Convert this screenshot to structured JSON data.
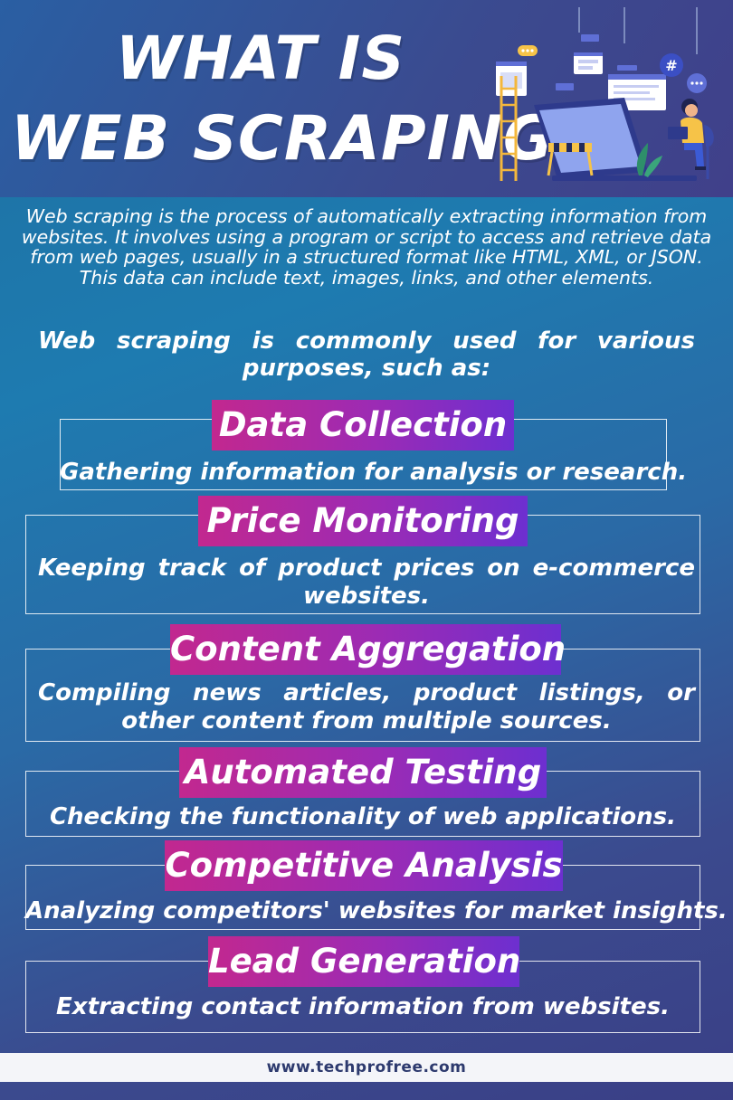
{
  "header": {
    "title_line1": "WHAT IS",
    "title_line2": "WEB SCRAPING"
  },
  "illustration": {
    "icons": [
      "ladder-icon",
      "laptop-icon",
      "person-at-desk-icon",
      "chat-bubble-icon",
      "hashtag-icon",
      "barrier-icon"
    ],
    "hashtag_text": "#"
  },
  "intro": "Web scraping is the process of automatically extracting information from websites. It involves using a program or script to access and retrieve data from web pages, usually in a structured format like HTML, XML, or JSON. This data can include text, images, links, and other elements.",
  "lead": "Web scraping is commonly used for various purposes, such as:",
  "items": [
    {
      "title": "Data Collection",
      "description": "Gathering information for analysis or research."
    },
    {
      "title": "Price Monitoring",
      "description": "Keeping track of product prices on e-commerce websites."
    },
    {
      "title": "Content Aggregation",
      "description": "Compiling news articles, product listings, or other content from multiple sources."
    },
    {
      "title": "Automated Testing",
      "description": "Checking the functionality of web applications."
    },
    {
      "title": "Competitive Analysis",
      "description": "Analyzing competitors' websites for market insights."
    },
    {
      "title": "Lead Generation",
      "description": "Extracting contact information from websites."
    }
  ],
  "footer": {
    "url": "www.techprofree.com"
  },
  "colors": {
    "pill_start": "#c2288f",
    "pill_end": "#6d2fd0",
    "background_top": "#1f6fa1",
    "background_bottom": "#3a3f86",
    "footer_text": "#2d3a6e"
  }
}
